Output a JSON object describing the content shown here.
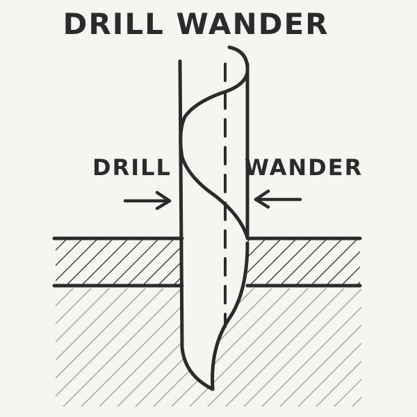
{
  "diagram": {
    "title": "DRILL WANDER",
    "labels": {
      "left": "DRILL",
      "right": "WANDER"
    },
    "arrows": {
      "left": "arrow-right (pointing toward drill)",
      "right": "arrow-left (pointing toward drill)"
    },
    "components": {
      "drill_bit": "twist drill bit with helical flute, deviating from centerline",
      "centerline": "dashed vertical centerline",
      "top_layer": "hatched material layer (dense hatching)",
      "substrate": "lighter hatched substrate below"
    },
    "colors": {
      "background": "#f6f5f1",
      "stroke": "#2b2b2b",
      "hatch_dark": "#3a3a3a",
      "hatch_light": "#a8a8a8"
    }
  }
}
